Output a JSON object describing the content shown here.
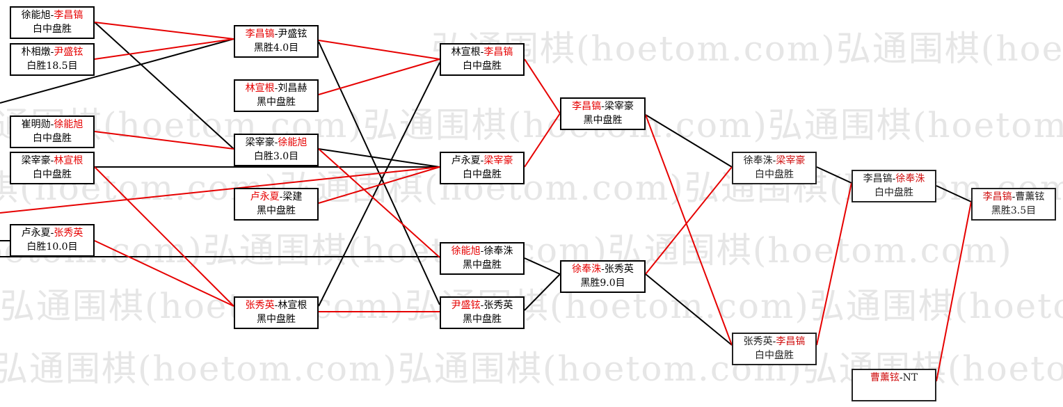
{
  "watermark": "弘通围棋(hoetom.com)",
  "colors": {
    "win_line": "#e60000",
    "lose_line": "#000000",
    "winner_text": "#e60000"
  },
  "matches": [
    {
      "id": "r1a",
      "p1": "徐能旭",
      "p2": "李昌镐",
      "winner": 2,
      "result": "白中盘胜"
    },
    {
      "id": "r1b",
      "p1": "朴相燉",
      "p2": "尹盛铉",
      "winner": 2,
      "result": "白胜18.5目"
    },
    {
      "id": "r1c",
      "p1": "崔明勋",
      "p2": "徐能旭",
      "winner": 2,
      "result": "白中盘胜"
    },
    {
      "id": "r1d",
      "p1": "梁宰豪",
      "p2": "林宣根",
      "winner": 2,
      "result": "白中盘胜"
    },
    {
      "id": "r1e",
      "p1": "卢永夏",
      "p2": "张秀英",
      "winner": 2,
      "result": "白胜10.0目"
    },
    {
      "id": "r2a",
      "p1": "李昌镐",
      "p2": "尹盛铉",
      "winner": 1,
      "result": "黑胜4.0目"
    },
    {
      "id": "r2b",
      "p1": "林宣根",
      "p2": "刘昌赫",
      "winner": 1,
      "result": "黑中盘胜"
    },
    {
      "id": "r2c",
      "p1": "梁宰豪",
      "p2": "徐能旭",
      "winner": 2,
      "result": "白胜3.0目"
    },
    {
      "id": "r2d",
      "p1": "卢永夏",
      "p2": "梁建",
      "winner": 1,
      "result": "黑中盘胜"
    },
    {
      "id": "r2e",
      "p1": "张秀英",
      "p2": "林宣根",
      "winner": 1,
      "result": "黑中盘胜"
    },
    {
      "id": "r3a",
      "p1": "林宣根",
      "p2": "李昌镐",
      "winner": 2,
      "result": "白中盘胜"
    },
    {
      "id": "r3b",
      "p1": "卢永夏",
      "p2": "梁宰豪",
      "winner": 2,
      "result": "白中盘胜"
    },
    {
      "id": "r3c",
      "p1": "徐能旭",
      "p2": "徐奉洙",
      "winner": 1,
      "result": "黑中盘胜"
    },
    {
      "id": "r3d",
      "p1": "尹盛铉",
      "p2": "张秀英",
      "winner": 1,
      "result": "黑中盘胜"
    },
    {
      "id": "r4a",
      "p1": "李昌镐",
      "p2": "梁宰豪",
      "winner": 1,
      "result": "黑中盘胜"
    },
    {
      "id": "r4b",
      "p1": "徐奉洙",
      "p2": "张秀英",
      "winner": 1,
      "result": "黑胜9.0目"
    },
    {
      "id": "r5a",
      "p1": "徐奉洙",
      "p2": "梁宰豪",
      "winner": 2,
      "result": "白中盘胜"
    },
    {
      "id": "r5b",
      "p1": "张秀英",
      "p2": "李昌镐",
      "winner": 2,
      "result": "白中盘胜"
    },
    {
      "id": "r6a",
      "p1": "李昌镐",
      "p2": "徐奉洙",
      "winner": 2,
      "result": "白中盘胜"
    },
    {
      "id": "r6b",
      "p1": "曹薰铉",
      "p2": "NT",
      "winner": 1,
      "result": ""
    },
    {
      "id": "r7a",
      "p1": "李昌镐",
      "p2": "曹薰铉",
      "winner": 1,
      "result": "黑胜3.5目"
    }
  ]
}
